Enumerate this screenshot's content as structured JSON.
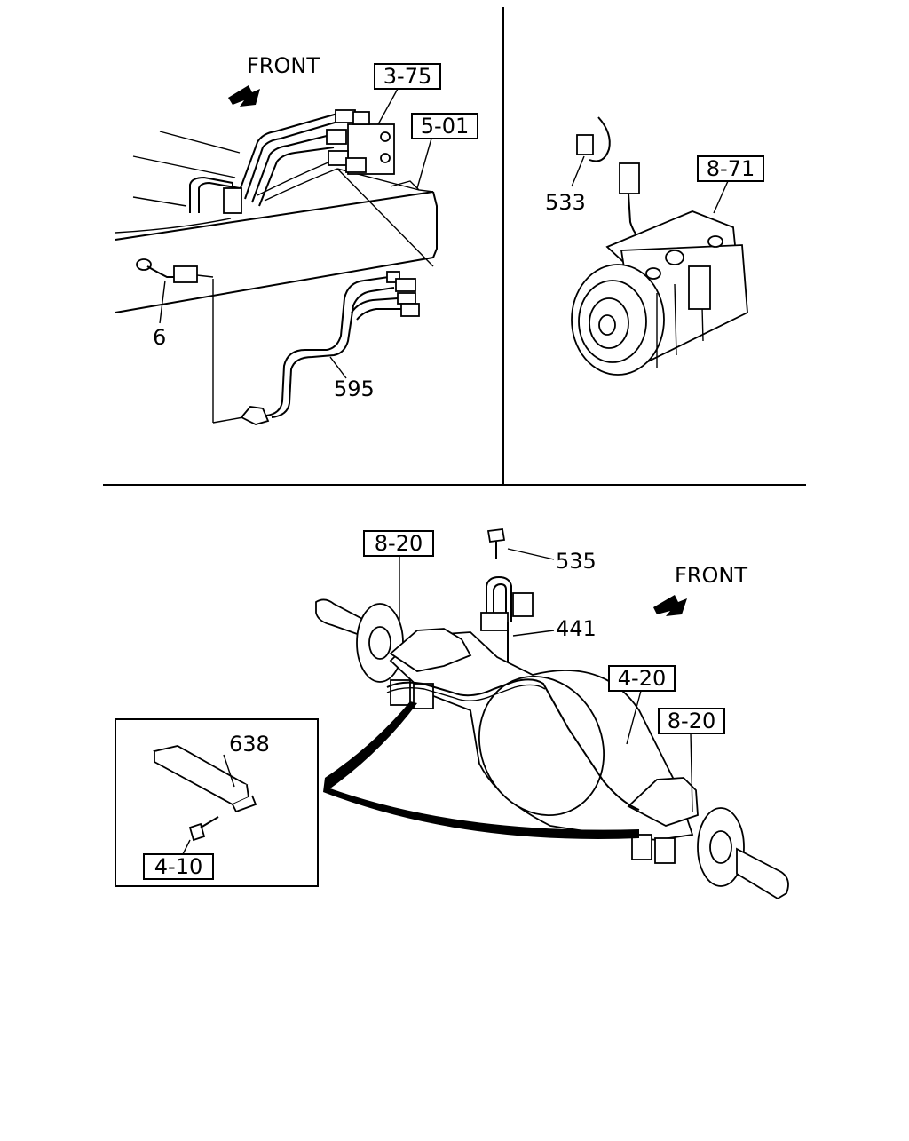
{
  "directions": {
    "front_top": "FRONT",
    "front_bottom": "FRONT"
  },
  "ref_boxes": {
    "r375": "3-75",
    "r501": "5-01",
    "r871": "8-71",
    "r820_left": "8-20",
    "r420": "4-20",
    "r820_right": "8-20",
    "r410": "4-10"
  },
  "part_numbers": {
    "p6": "6",
    "p595": "595",
    "p533": "533",
    "p535": "535",
    "p441": "441",
    "p638": "638"
  }
}
